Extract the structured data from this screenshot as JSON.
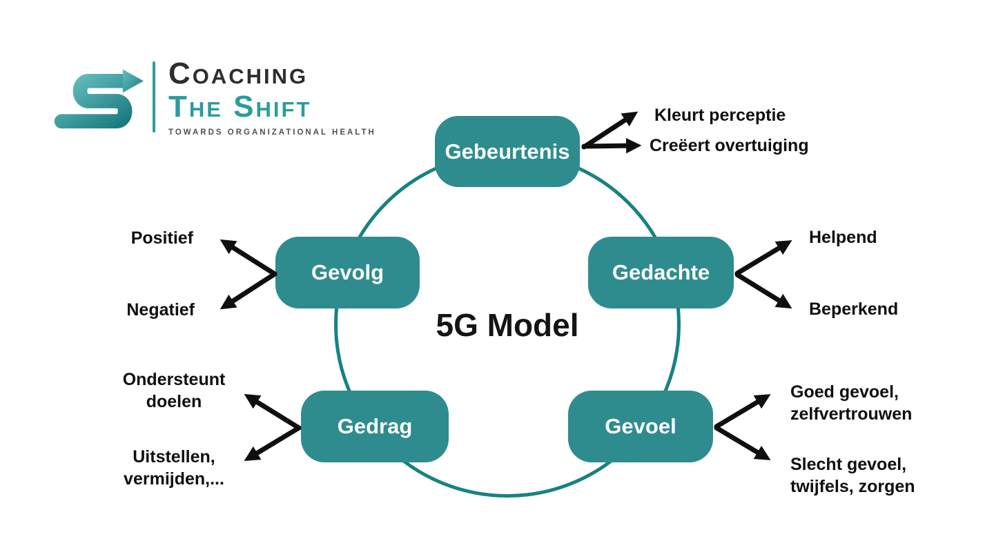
{
  "colors": {
    "node_fill": "#2E8C8E",
    "node_text": "#FFFFFF",
    "circle_stroke": "#17827F",
    "arrow_color": "#0F0F0F",
    "label_color": "#0F0F0F",
    "title_color": "#141414",
    "logo_charcoal": "#2E2E2E",
    "logo_teal": "#2B9C9C",
    "tagline_gray": "#4C5155",
    "icon_gradient_light": "#67C0C1",
    "icon_gradient_dark": "#1A7B7F"
  },
  "logo": {
    "brand_line1": "Coaching",
    "brand_line2": "The Shift",
    "tagline": "TOWARDS ORGANIZATIONAL HEALTH"
  },
  "diagram": {
    "center_title": "5G Model",
    "nodes": {
      "gebeurtenis": {
        "label": "Gebeurtenis",
        "outcome_top": "Kleurt perceptie",
        "outcome_bottom": "Creëert overtuiging"
      },
      "gedachte": {
        "label": "Gedachte",
        "outcome_top": "Helpend",
        "outcome_bottom": "Beperkend"
      },
      "gevoel": {
        "label": "Gevoel",
        "outcome_top_line1": "Goed gevoel,",
        "outcome_top_line2": "zelfvertrouwen",
        "outcome_bottom_line1": "Slecht gevoel,",
        "outcome_bottom_line2": "twijfels, zorgen"
      },
      "gedrag": {
        "label": "Gedrag",
        "outcome_top_line1": "Ondersteunt",
        "outcome_top_line2": "doelen",
        "outcome_bottom_line1": "Uitstellen,",
        "outcome_bottom_line2": "vermijden,..."
      },
      "gevolg": {
        "label": "Gevolg",
        "outcome_top": "Positief",
        "outcome_bottom": "Negatief"
      }
    }
  }
}
